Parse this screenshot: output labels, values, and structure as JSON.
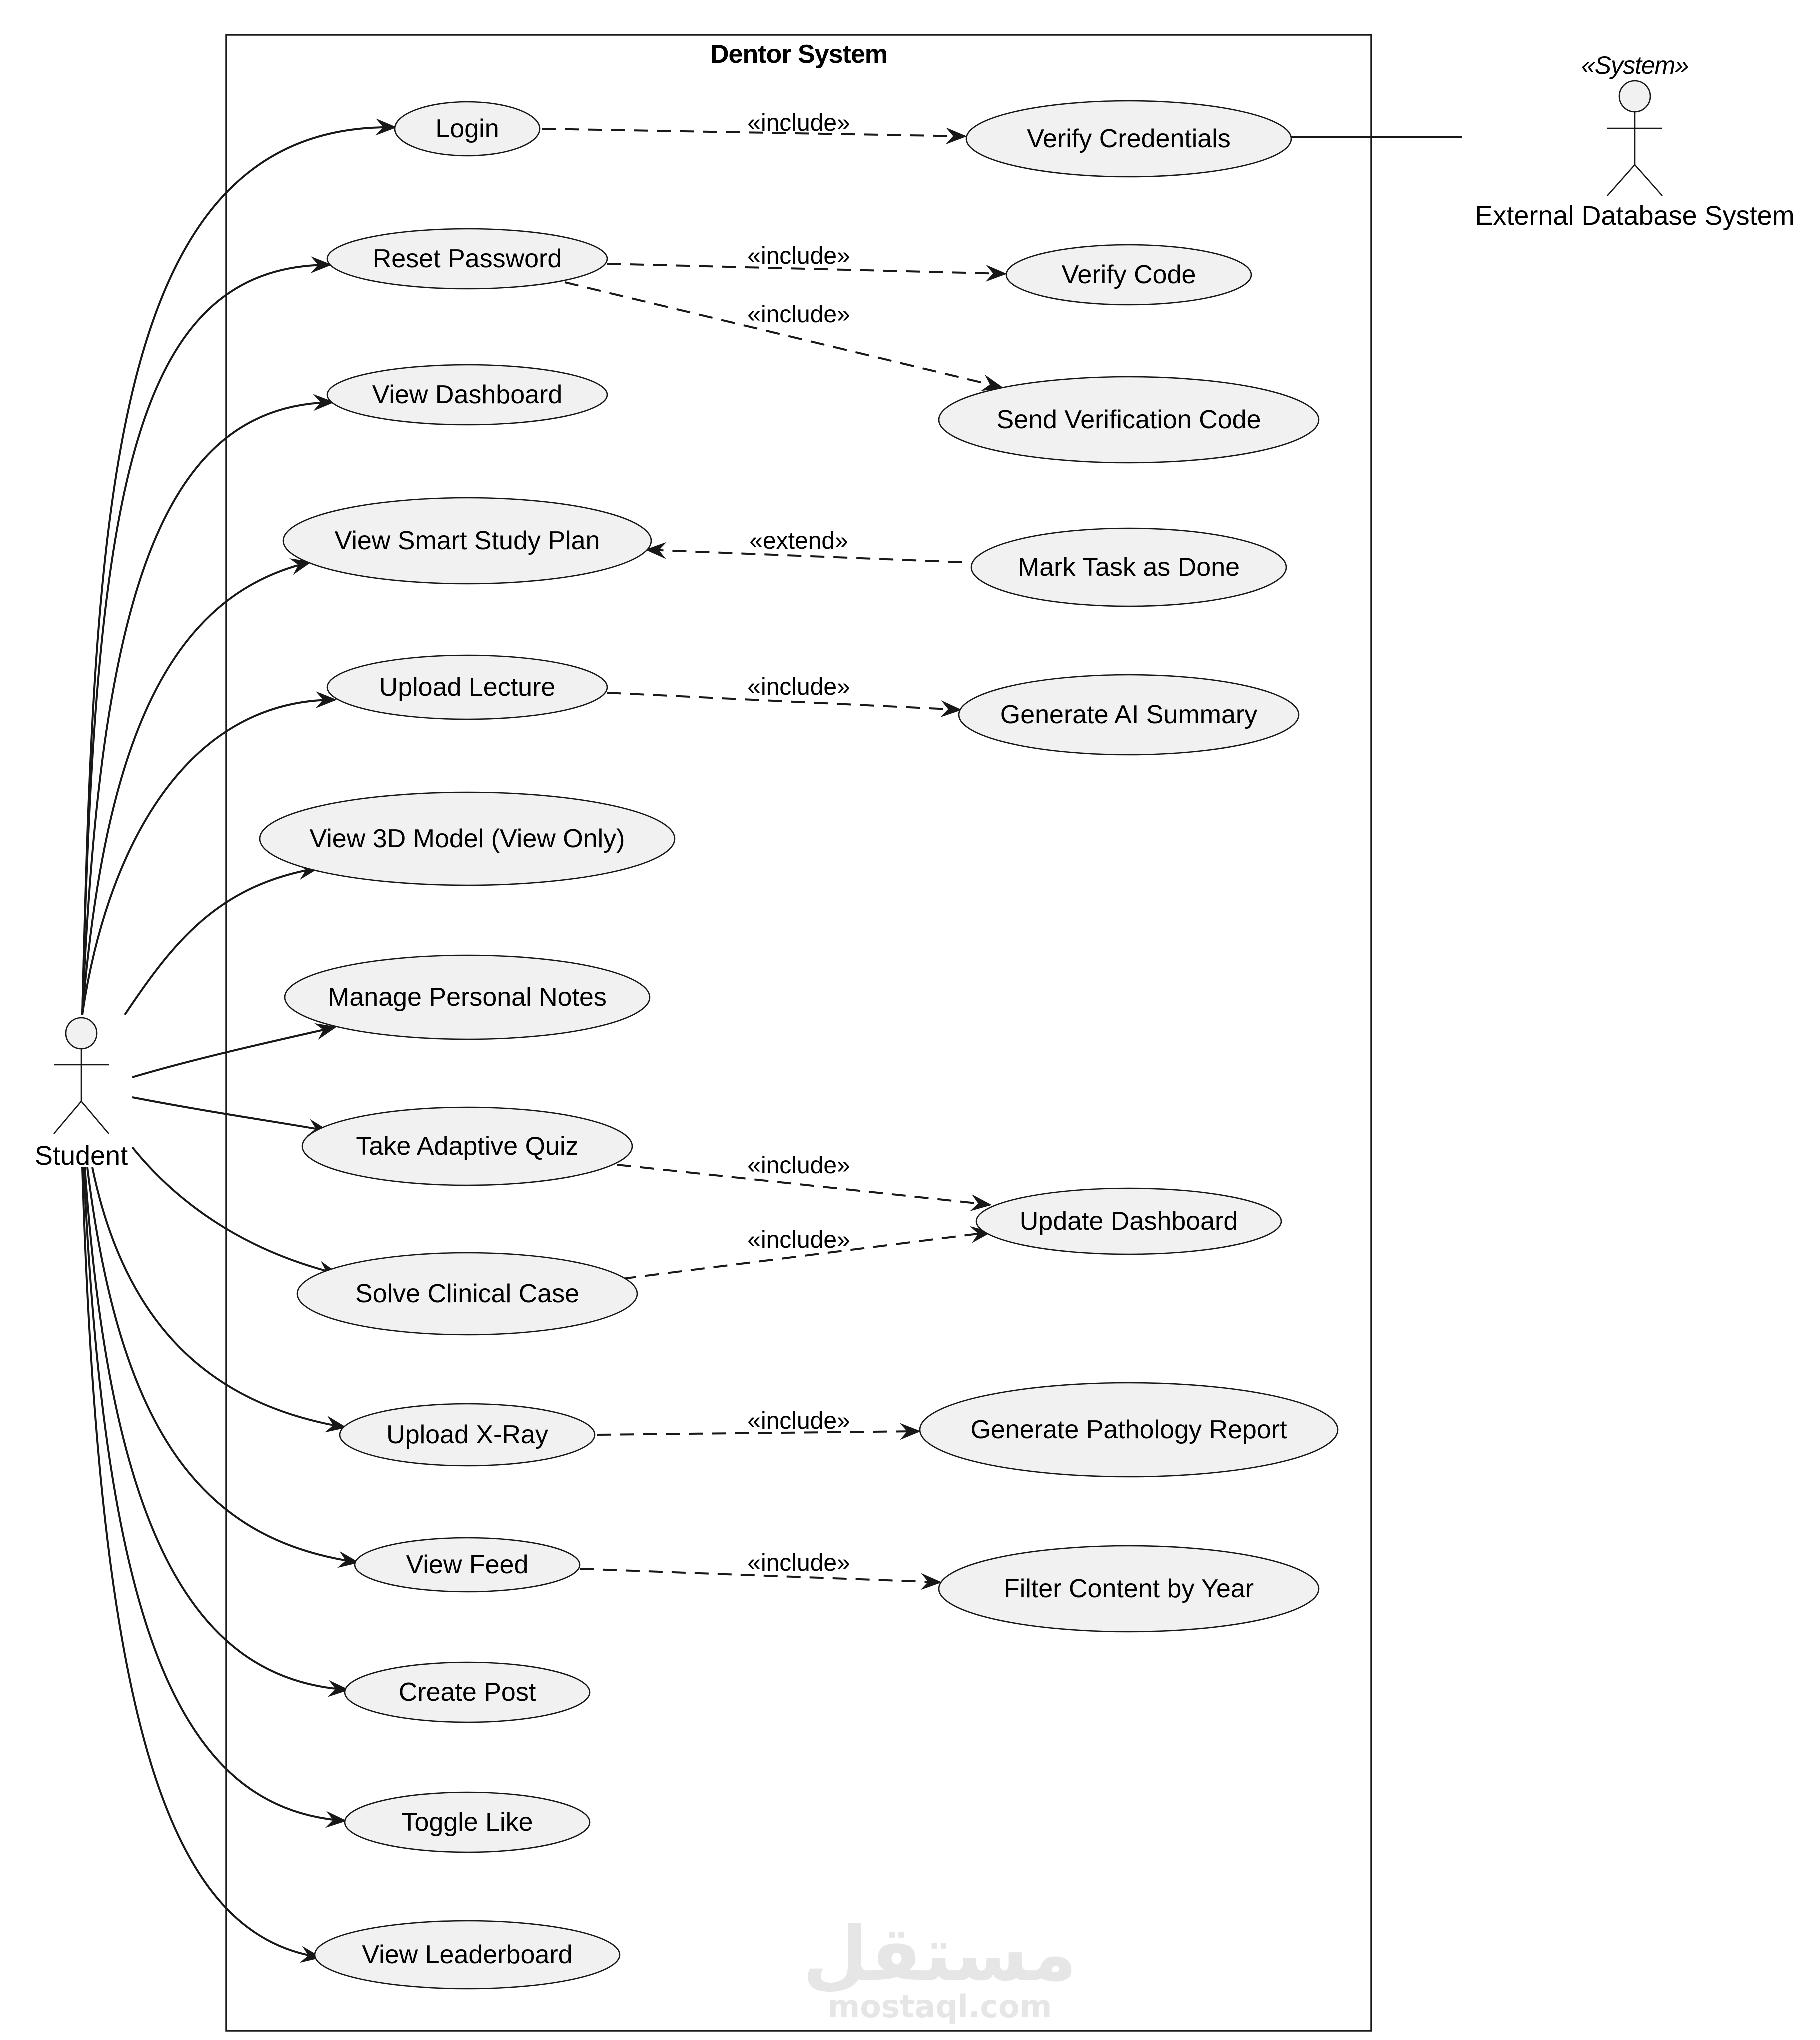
{
  "system": {
    "title": "Dentor System"
  },
  "actors": {
    "student": {
      "name": "Student"
    },
    "external": {
      "name": "External Database System",
      "stereotype": "«System»"
    }
  },
  "use_cases": {
    "login": "Login",
    "reset_password": "Reset Password",
    "view_dashboard": "View Dashboard",
    "view_smart_study_plan": "View Smart Study Plan",
    "upload_lecture": "Upload Lecture",
    "view_3d_model": "View 3D Model (View Only)",
    "manage_personal_notes": "Manage Personal Notes",
    "take_adaptive_quiz": "Take Adaptive Quiz",
    "solve_clinical_case": "Solve Clinical Case",
    "upload_xray": "Upload X-Ray",
    "view_feed": "View Feed",
    "create_post": "Create Post",
    "toggle_like": "Toggle Like",
    "view_leaderboard": "View Leaderboard",
    "verify_credentials": "Verify Credentials",
    "verify_code": "Verify Code",
    "send_verification_code": "Send Verification Code",
    "mark_task_done": "Mark Task as Done",
    "generate_ai_summary": "Generate AI Summary",
    "update_dashboard": "Update Dashboard",
    "generate_pathology_report": "Generate Pathology Report",
    "filter_content_by_year": "Filter Content by Year"
  },
  "relations": {
    "include": "«include»",
    "extend": "«extend»"
  },
  "watermark": {
    "arabic": "مستقل",
    "latin": "mostaql.com"
  }
}
